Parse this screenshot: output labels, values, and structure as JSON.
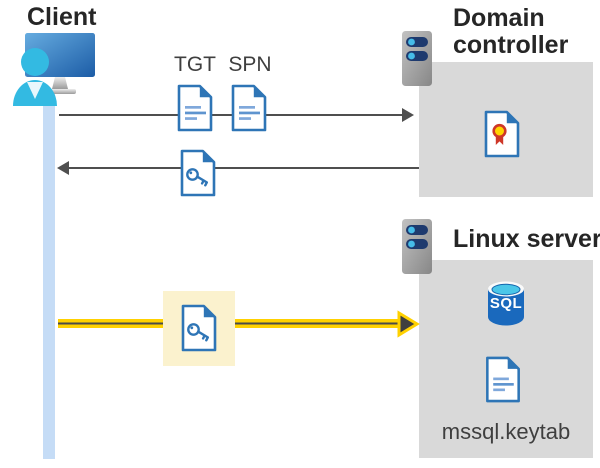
{
  "diagram": {
    "client": {
      "label": "Client",
      "icon": "user-at-monitor-icon",
      "lifeline_icon": "client-lifeline-bar"
    },
    "domain_controller": {
      "label": "Domain controller",
      "server_icon": "server-icon",
      "certificate_icon": "certificate-document-icon"
    },
    "linux_server": {
      "label": "Linux server",
      "server_icon": "server-icon",
      "sql_database_icon": "sql-database-icon",
      "sql_badge": "SQL",
      "keytab_icon": "text-document-icon",
      "keytab_label": "mssql.keytab"
    },
    "flows": {
      "request": {
        "tgt_label": "TGT",
        "spn_label": "SPN",
        "tgt_icon": "text-document-icon",
        "spn_icon": "text-document-icon",
        "direction": "client-to-domain-controller"
      },
      "response": {
        "icon": "key-document-icon",
        "direction": "domain-controller-to-client"
      },
      "session": {
        "icon": "key-document-icon",
        "direction": "client-to-linux-server",
        "highlighted": true
      }
    }
  },
  "colors": {
    "document_blue": "#2E75B6",
    "document_line_light": "#7FA8DB",
    "document_line_mid": "#5E94CF",
    "box_gray": "#D9D9D9",
    "lifeline_blue": "#C5DCF6",
    "arrow_gray": "#4F4F4F",
    "highlight_yellow_fill": "#FBF2CE",
    "arrow_yellow": "#FFD100",
    "sql_body_blue": "#1A69BD",
    "sql_top_cyan": "#4AC6E8",
    "certificate_yellow": "#FFD400",
    "certificate_red": "#CE3728",
    "person_cyan": "#33BAE2",
    "server_pill_navy": "#1E3A6E",
    "heading_text": "#262626",
    "label_text": "#3F3F3F"
  }
}
